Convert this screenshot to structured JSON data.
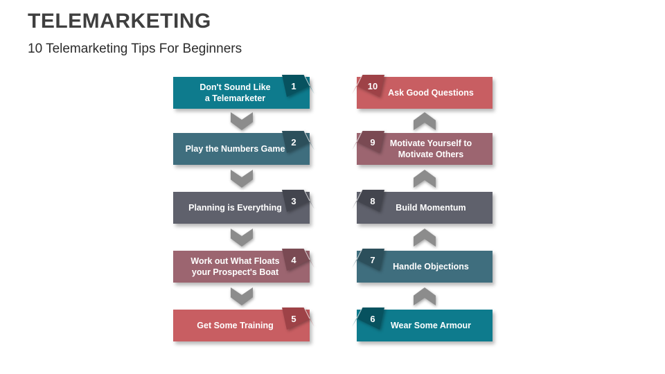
{
  "slide": {
    "title": "TELEMARKETING",
    "subtitle": "10 Telemarketing Tips For Beginners",
    "background": "#ffffff",
    "title_color": "#3F3F3F"
  },
  "palette": {
    "teal": {
      "main": "#0E7B8D",
      "fold": "#07525F"
    },
    "slate": {
      "main": "#3F6E7E",
      "fold": "#2C4F5B"
    },
    "gray": {
      "main": "#5F616C",
      "fold": "#43454E"
    },
    "mauve": {
      "main": "#9C6570",
      "fold": "#7A4A53"
    },
    "red": {
      "main": "#C85E62",
      "fold": "#9E4247"
    }
  },
  "arrow_color": "#8C8C8C",
  "columns": {
    "left": {
      "arrow_direction": "down",
      "corner": "top-right",
      "items": [
        {
          "number": "1",
          "label": "Don't Sound Like\na Telemarketer",
          "color": "teal"
        },
        {
          "number": "2",
          "label": "Play the Numbers Game",
          "color": "slate"
        },
        {
          "number": "3",
          "label": "Planning is Everything",
          "color": "gray"
        },
        {
          "number": "4",
          "label": "Work out What Floats\nyour Prospect's Boat",
          "color": "mauve"
        },
        {
          "number": "5",
          "label": "Get Some Training",
          "color": "red"
        }
      ]
    },
    "right": {
      "arrow_direction": "up",
      "corner": "top-left",
      "items": [
        {
          "number": "10",
          "label": "Ask Good Questions",
          "color": "red"
        },
        {
          "number": "9",
          "label": "Motivate Yourself to\nMotivate Others",
          "color": "mauve"
        },
        {
          "number": "8",
          "label": "Build Momentum",
          "color": "gray"
        },
        {
          "number": "7",
          "label": "Handle Objections",
          "color": "slate"
        },
        {
          "number": "6",
          "label": "Wear Some Armour",
          "color": "teal"
        }
      ]
    }
  }
}
